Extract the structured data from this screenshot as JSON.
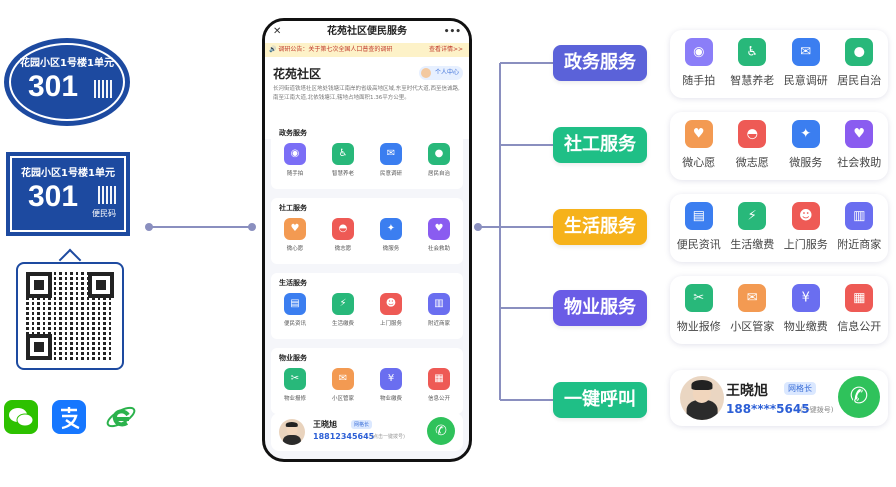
{
  "plates": {
    "oval": {
      "address": "花园小区1号楼1单元",
      "number": "301"
    },
    "rect": {
      "address": "花园小区1号楼1单元",
      "number": "301",
      "code_label": "便民码"
    }
  },
  "phone": {
    "title": "花苑社区便民服务",
    "close": "✕",
    "more": "•••",
    "notice": "调研公告：关于第七次全国人口普查的调研",
    "notice_link": "查看详情>>",
    "community": {
      "name": "花苑社区",
      "personal_center": "个人中心",
      "description": "长河街道铁塔社区地处钱塘江南岸的省级高地区域,东至时代大道,西至信诚路,南至江南大道,北依钱塘江,辖地占地面积1.36平方公里。"
    },
    "sections": [
      {
        "title": "政务服务",
        "items": [
          {
            "label": "随手拍",
            "icon": "camera-icon",
            "color": "#7b6ef6"
          },
          {
            "label": "智慧养老",
            "icon": "elderly-icon",
            "color": "#28b87a"
          },
          {
            "label": "民意调研",
            "icon": "ballot-icon",
            "color": "#3b7ef0"
          },
          {
            "label": "居民自治",
            "icon": "group-icon",
            "color": "#28b87a"
          }
        ]
      },
      {
        "title": "社工服务",
        "items": [
          {
            "label": "微心愿",
            "icon": "heart-icon",
            "color": "#f39a52"
          },
          {
            "label": "微志愿",
            "icon": "cap-icon",
            "color": "#ee5a55"
          },
          {
            "label": "微服务",
            "icon": "handshake-icon",
            "color": "#3b7ef0"
          },
          {
            "label": "社会救助",
            "icon": "hand-heart-icon",
            "color": "#8a5cf0"
          }
        ]
      },
      {
        "title": "生活服务",
        "items": [
          {
            "label": "便民资讯",
            "icon": "news-icon",
            "color": "#3b7ef0"
          },
          {
            "label": "生活缴费",
            "icon": "drop-icon",
            "color": "#28b87a"
          },
          {
            "label": "上门服务",
            "icon": "worker-icon",
            "color": "#ee5a55"
          },
          {
            "label": "附近商家",
            "icon": "shop-icon",
            "color": "#6a6ef0"
          }
        ]
      },
      {
        "title": "物业服务",
        "items": [
          {
            "label": "物业报修",
            "icon": "tools-icon",
            "color": "#28b87a"
          },
          {
            "label": "小区管家",
            "icon": "butler-icon",
            "color": "#f39a52"
          },
          {
            "label": "物业缴费",
            "icon": "yen-icon",
            "color": "#6a6ef0"
          },
          {
            "label": "信息公开",
            "icon": "info-board-icon",
            "color": "#ee5a55"
          }
        ]
      }
    ],
    "contact": {
      "name": "王晓旭",
      "tag": "网格长",
      "phone": "18812345645",
      "hint": "(点击一键拨号)"
    }
  },
  "categories": [
    {
      "label": "政务服务",
      "color": "#5b62d9"
    },
    {
      "label": "社工服务",
      "color": "#1fbf86"
    },
    {
      "label": "生活服务",
      "color": "#f6b21b"
    },
    {
      "label": "物业服务",
      "color": "#6a5ce6"
    },
    {
      "label": "一键呼叫",
      "color": "#1fbf86"
    }
  ],
  "panels": [
    [
      {
        "label": "随手拍",
        "icon": "camera-icon",
        "color": "#8b7ef8"
      },
      {
        "label": "智慧养老",
        "icon": "elderly-icon",
        "color": "#28b87a"
      },
      {
        "label": "民意调研",
        "icon": "ballot-icon",
        "color": "#3b7ef0"
      },
      {
        "label": "居民自治",
        "icon": "group-icon",
        "color": "#28b87a"
      }
    ],
    [
      {
        "label": "微心愿",
        "icon": "heart-icon",
        "color": "#f39a52"
      },
      {
        "label": "微志愿",
        "icon": "cap-icon",
        "color": "#ee5a55"
      },
      {
        "label": "微服务",
        "icon": "handshake-icon",
        "color": "#3b7ef0"
      },
      {
        "label": "社会救助",
        "icon": "hand-heart-icon",
        "color": "#8a5cf0"
      }
    ],
    [
      {
        "label": "便民资讯",
        "icon": "news-icon",
        "color": "#3b7ef0"
      },
      {
        "label": "生活缴费",
        "icon": "drop-icon",
        "color": "#28b87a"
      },
      {
        "label": "上门服务",
        "icon": "worker-icon",
        "color": "#ee5a55"
      },
      {
        "label": "附近商家",
        "icon": "shop-icon",
        "color": "#6a6ef0"
      }
    ],
    [
      {
        "label": "物业报修",
        "icon": "tools-icon",
        "color": "#28b87a"
      },
      {
        "label": "小区管家",
        "icon": "butler-icon",
        "color": "#f39a52"
      },
      {
        "label": "物业缴费",
        "icon": "yen-icon",
        "color": "#6a6ef0"
      },
      {
        "label": "信息公开",
        "icon": "info-board-icon",
        "color": "#ee5a55"
      }
    ]
  ],
  "call_panel": {
    "name": "王晓旭",
    "tag": "网格长",
    "phone": "188****5645",
    "hint": "(一键拨号)"
  },
  "apps": [
    {
      "name": "wechat-icon",
      "color": "#2dc100"
    },
    {
      "name": "alipay-icon",
      "color": "#1677ff"
    },
    {
      "name": "browser-icon",
      "color": "#2bb24c"
    }
  ],
  "glyphs": {
    "camera-icon": "◉",
    "elderly-icon": "♿",
    "ballot-icon": "✉",
    "group-icon": "●",
    "heart-icon": "♥",
    "cap-icon": "◓",
    "handshake-icon": "✦",
    "hand-heart-icon": "♥",
    "news-icon": "▤",
    "drop-icon": "⚡",
    "worker-icon": "☻",
    "shop-icon": "▥",
    "tools-icon": "✂",
    "butler-icon": "✉",
    "yen-icon": "¥",
    "info-board-icon": "▦"
  }
}
